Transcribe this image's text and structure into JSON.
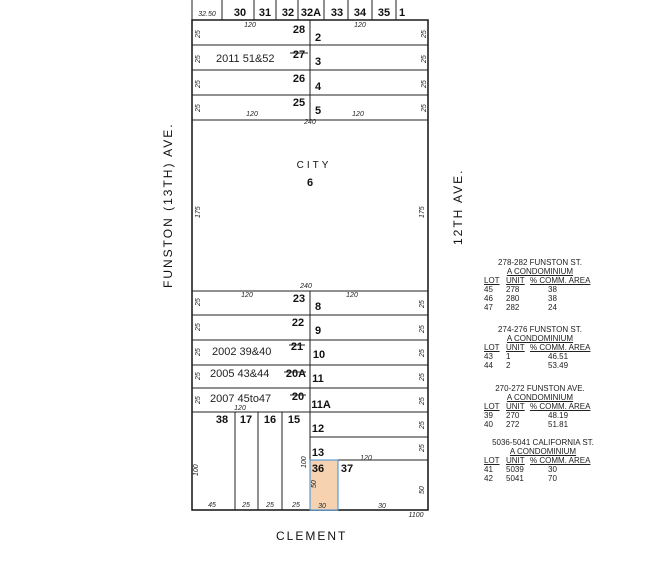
{
  "streets": {
    "west": "FUNSTON (13TH) AVE.",
    "east": "12TH AVE.",
    "south": "CLEMENT"
  },
  "top_row_labels": [
    "30",
    "31",
    "32",
    "32A",
    "33",
    "34",
    "35",
    "1"
  ],
  "top_partial": {
    "left_dim": "32.50"
  },
  "west_lots": [
    {
      "lot": "28",
      "desc": ""
    },
    {
      "lot": "27",
      "desc": "2011 51&52"
    },
    {
      "lot": "26",
      "desc": ""
    },
    {
      "lot": "25",
      "desc": ""
    }
  ],
  "east_lots_top": [
    "2",
    "3",
    "4",
    "5"
  ],
  "city": {
    "label": "CITY",
    "lot": "6"
  },
  "lower_west_lots": [
    {
      "lot": "23",
      "desc": ""
    },
    {
      "lot": "22",
      "desc": ""
    },
    {
      "lot": "21",
      "desc": "2002 39&40"
    },
    {
      "lot": "20A",
      "desc": "2005 43&44"
    },
    {
      "lot": "20",
      "desc": "2007 45to47"
    }
  ],
  "lower_east_lots": [
    "8",
    "9",
    "10",
    "11",
    "11A",
    "12",
    "13"
  ],
  "bottom_lots": [
    "38",
    "17",
    "16",
    "15"
  ],
  "corner_lots": {
    "highlighted": "36",
    "neighbor": "37"
  },
  "dimensions": {
    "depth": "120",
    "width_240": "240",
    "depth_175": "175",
    "row_25": "25",
    "h_100": "100",
    "h_50": "50",
    "w_30": "30",
    "w_45": "45",
    "total_1100": "1100",
    "w_120_small": "120"
  },
  "condo_tables": [
    {
      "title": "278-282 FUNSTON ST.",
      "sub": "A CONDOMINIUM",
      "headers": [
        "LOT",
        "UNIT",
        "% COMM. AREA"
      ],
      "rows": [
        [
          "45",
          "278",
          "38"
        ],
        [
          "46",
          "280",
          "38"
        ],
        [
          "47",
          "282",
          "24"
        ]
      ]
    },
    {
      "title": "274-276 FUNSTON ST.",
      "sub": "A CONDOMINIUM",
      "headers": [
        "LOT",
        "UNIT",
        "% COMM. AREA"
      ],
      "rows": [
        [
          "43",
          "1",
          "46.51"
        ],
        [
          "44",
          "2",
          "53.49"
        ]
      ]
    },
    {
      "title": "270-272 FUNSTON AVE.",
      "sub": "A CONDOMINIUM",
      "headers": [
        "LOT",
        "UNIT",
        "% COMM. AREA"
      ],
      "rows": [
        [
          "39",
          "270",
          "48.19"
        ],
        [
          "40",
          "272",
          "51.81"
        ]
      ]
    },
    {
      "title": "5036-5041 CALIFORNIA ST.",
      "sub": "A CONDOMINIUM",
      "headers": [
        "LOT",
        "UNIT",
        "% COMM. AREA"
      ],
      "rows": [
        [
          "41",
          "5039",
          "30"
        ],
        [
          "42",
          "5041",
          "70"
        ]
      ]
    }
  ],
  "colors": {
    "highlight_fill": "#f6d2b0",
    "highlight_stroke": "#3a8fd6"
  }
}
